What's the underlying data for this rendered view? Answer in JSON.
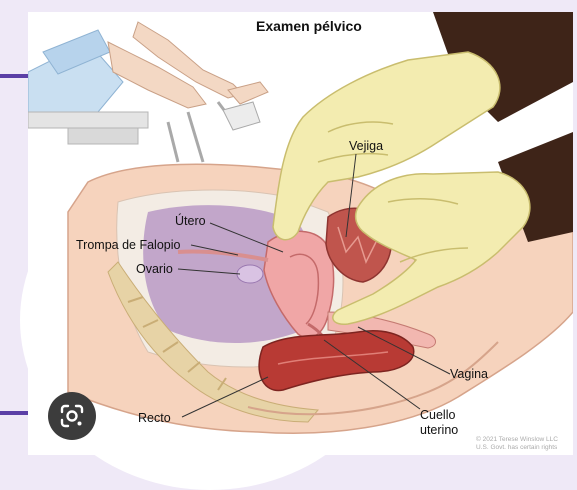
{
  "title": "Examen pélvico",
  "labels": {
    "vejiga": "Vejiga",
    "utero": "Útero",
    "trompa": "Trompa de Falopio",
    "ovario": "Ovario",
    "recto": "Recto",
    "vagina": "Vagina",
    "cuello_line1": "Cuello",
    "cuello_line2": "uterino"
  },
  "copyright": "© 2021 Terese Winslow LLC",
  "copyright_line2": "U.S. Govt. has certain rights",
  "lens_icon": "google-lens-icon",
  "colors": {
    "page_background": "#efe9f7",
    "accent": "#5b3fa6",
    "glove": "#f3ecb0",
    "skin": "#f6d3bd",
    "uterus": "#f0a6a6",
    "rectum": "#b83a34",
    "bladder": "#c0554d",
    "peritoneum": "#b89ac6"
  }
}
